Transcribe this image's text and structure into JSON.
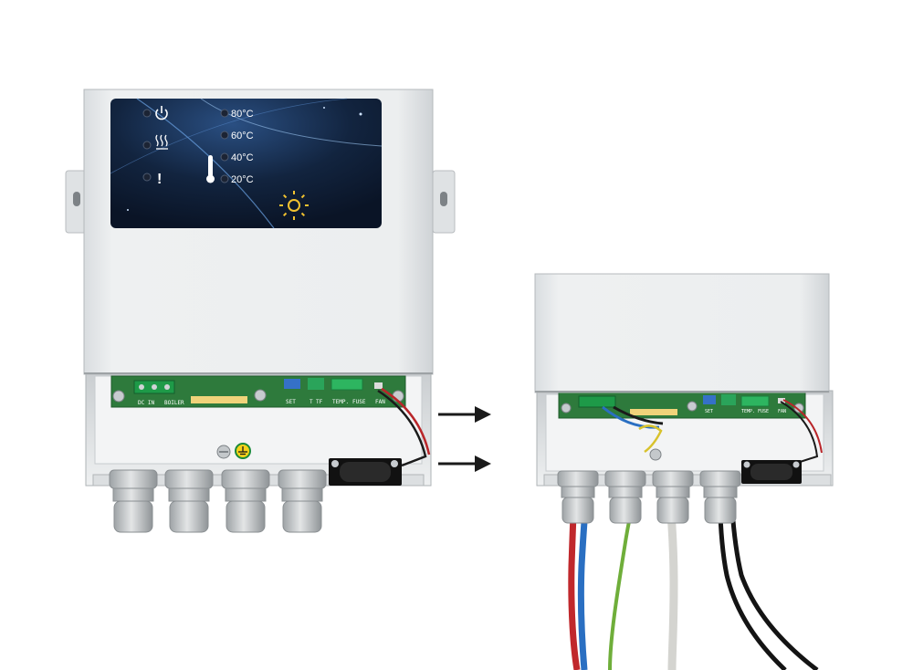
{
  "panel": {
    "temps": [
      "80°C",
      "60°C",
      "40°C",
      "20°C"
    ],
    "warning_glyph": "!",
    "icons": [
      "power-icon",
      "heating-icon",
      "warning-icon",
      "thermometer-icon",
      "sun-icon"
    ]
  },
  "board_left": {
    "labels": [
      "DC IN",
      "BOILER",
      "SET",
      "T",
      "TF",
      "TEMP.",
      "FUSE",
      "FAN"
    ]
  },
  "board_right": {
    "labels": [
      "SET",
      "TEMP.",
      "FUSE",
      "FAN"
    ]
  },
  "colors": {
    "housing": "#e9ecee",
    "panel": "#0f1d33",
    "pcb": "#2e7a3c",
    "arrow": "#1a1a1a",
    "cable_red": "#c0282c",
    "cable_blue": "#2a6fc2",
    "cable_green": "#6fae3a",
    "cable_grey": "#d4d4d0",
    "cable_black": "#141414"
  }
}
